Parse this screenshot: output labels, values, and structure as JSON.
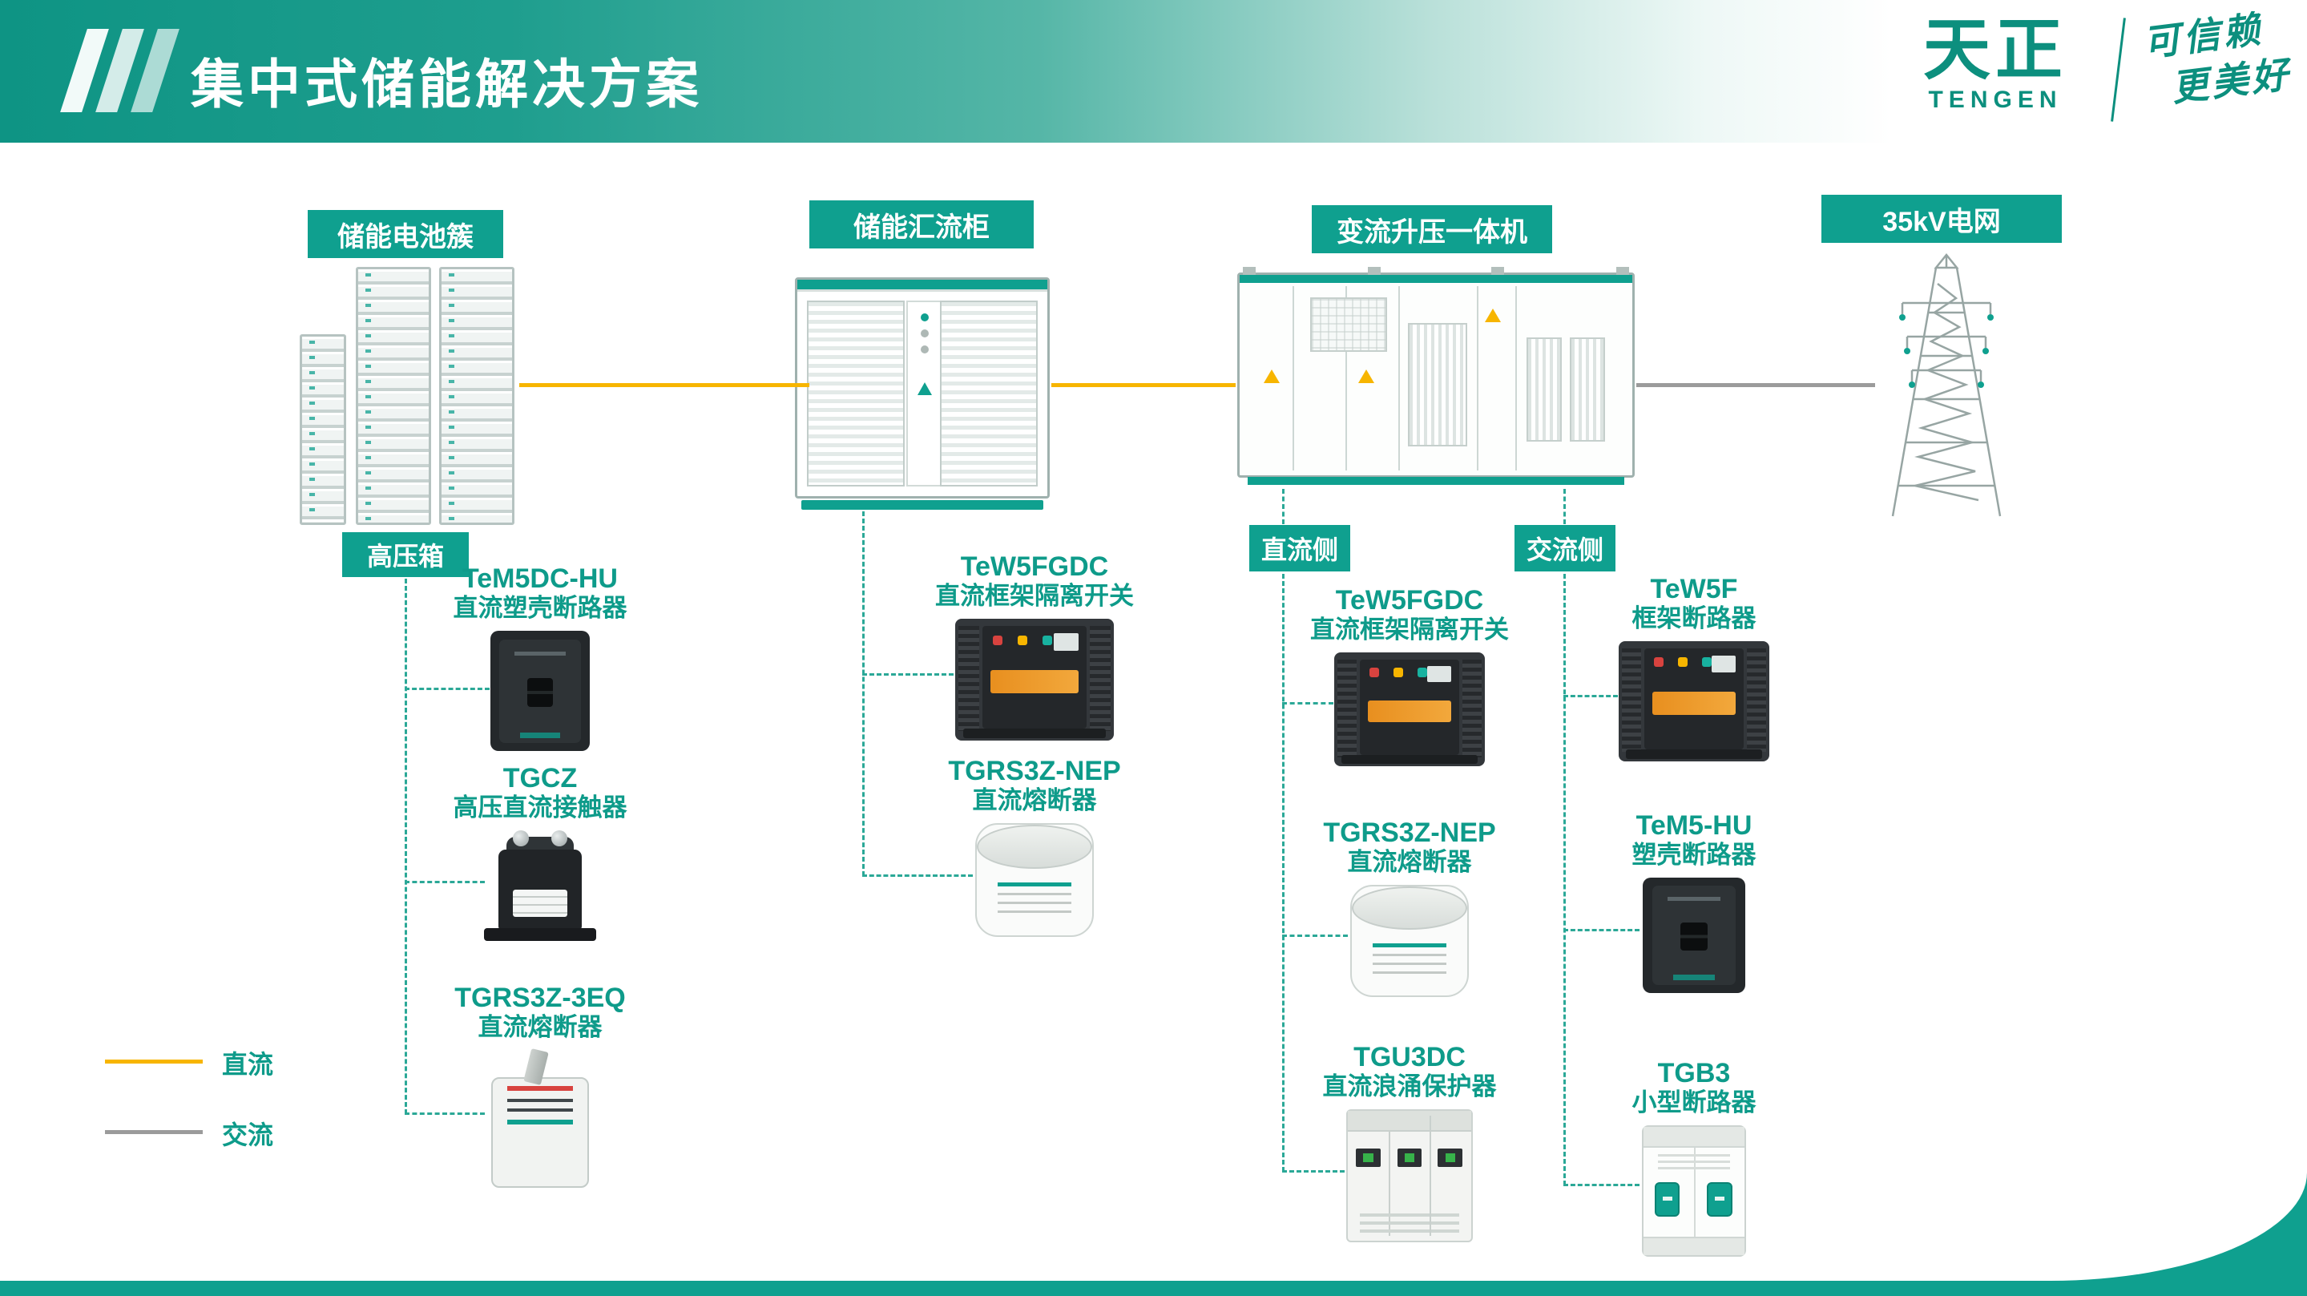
{
  "header": {
    "title": "集中式储能解决方案",
    "brand": {
      "name_cn": "天正",
      "name_en": "TENGEN",
      "slogan_line1": "可信赖",
      "slogan_line2": "更美好"
    }
  },
  "colors": {
    "primary": "#0FA08F",
    "dc_line": "#F7B500",
    "ac_line": "#9B9B9B"
  },
  "stations": [
    {
      "label": "储能电池簇"
    },
    {
      "label": "储能汇流柜"
    },
    {
      "label": "变流升压一体机"
    },
    {
      "label": "35kV电网"
    }
  ],
  "tags": {
    "high_voltage_box": "高压箱",
    "dc_side": "直流侧",
    "ac_side": "交流侧"
  },
  "products": {
    "battery_column": [
      {
        "model": "TeM5DC-HU",
        "name": "直流塑壳断路器"
      },
      {
        "model": "TGCZ",
        "name": "高压直流接触器"
      },
      {
        "model": "TGRS3Z-3EQ",
        "name": "直流熔断器"
      }
    ],
    "combiner_column": [
      {
        "model": "TeW5FGDC",
        "name": "直流框架隔离开关"
      },
      {
        "model": "TGRS3Z-NEP",
        "name": "直流熔断器"
      }
    ],
    "dc_side_column": [
      {
        "model": "TeW5FGDC",
        "name": "直流框架隔离开关"
      },
      {
        "model": "TGRS3Z-NEP",
        "name": "直流熔断器"
      },
      {
        "model": "TGU3DC",
        "name": "直流浪涌保护器"
      }
    ],
    "ac_side_column": [
      {
        "model": "TeW5F",
        "name": "框架断路器"
      },
      {
        "model": "TeM5-HU",
        "name": "塑壳断路器"
      },
      {
        "model": "TGB3",
        "name": "小型断路器"
      }
    ]
  },
  "legend": [
    {
      "label": "直流",
      "color": "#F7B500"
    },
    {
      "label": "交流",
      "color": "#9B9B9B"
    }
  ]
}
